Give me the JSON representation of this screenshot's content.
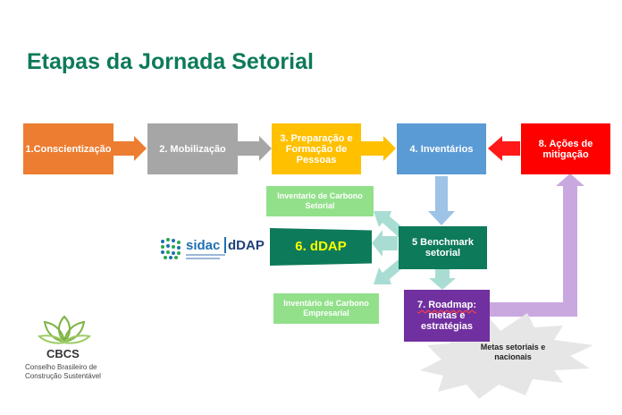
{
  "page": {
    "title": "Etapas da Jornada Setorial"
  },
  "steps": {
    "s1": {
      "label": "1.Conscientização",
      "color": "#ed7d31"
    },
    "s2": {
      "label": "2. Mobilização",
      "color": "#a6a6a6"
    },
    "s3": {
      "label": "3. Preparação e Formação de Pessoas",
      "color": "#ffc000"
    },
    "s4": {
      "label": "4. Inventários",
      "color": "#5b9bd5"
    },
    "s5": {
      "label": "5 Benchmark setorial",
      "color": "#0d7a5a"
    },
    "s6": {
      "label": "6. dDAP",
      "color": "#0d7a5a",
      "text_color": "#ffff00"
    },
    "s7": {
      "label_part1": "7. Roadmap:",
      "label_part2": "metas e estratégias",
      "color": "#7030a0"
    },
    "s8": {
      "label": "8. Ações de mitigação",
      "color": "#ff0000"
    }
  },
  "outputs": {
    "setorial": {
      "label": "Inventario de Carbono Setorial",
      "color": "#92e08a"
    },
    "empresarial": {
      "label": "Inventário de Carbono Empresarial",
      "color": "#92e08a"
    },
    "metas": {
      "label": "Metas setoriais e nacionais"
    }
  },
  "logos": {
    "sidac": {
      "name": "sidac",
      "suffix": "dDAP"
    },
    "cbcs": {
      "name": "CBCS",
      "line1": "Conselho Brasileiro de",
      "line2": "Construção Sustentável"
    }
  }
}
